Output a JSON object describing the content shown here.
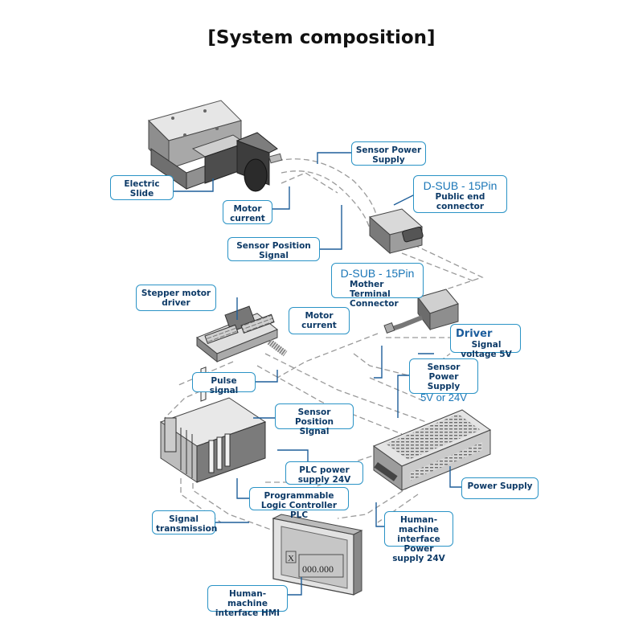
{
  "title": "[System composition]",
  "labels": {
    "electric_slide": "Electric Slide",
    "sensor_power_top": "Sensor Power Supply",
    "motor_current_top": "Motor current",
    "dsub_public_heading": "D-SUB - 15Pin",
    "dsub_public_text": "Public end connector",
    "sensor_position_top": "Sensor Position Signal",
    "dsub_mother_heading": "D-SUB - 15Pin",
    "dsub_mother_text": "Mother Terminal Connector",
    "stepper_driver": "Stepper motor driver",
    "motor_current_mid": "Motor current",
    "driver_heading": "Driver",
    "driver_text": "Signal voltage 5V",
    "sensor_power_mid": "Sensor Power Supply",
    "sensor_power_mid_value": "5V or 24V",
    "pulse_signal": "Pulse signal",
    "sensor_position_mid": "Sensor Position Signal",
    "plc_power": "PLC power supply 24V",
    "power_supply": "Power Supply",
    "plc": "Programmable Logic Controller PLC",
    "signal_transmission": "Signal transmission",
    "hmi_power": "Human-machine interface Power supply 24V",
    "hmi": "Human-machine interface HMI"
  },
  "hmi_display": {
    "axis": "X",
    "value": "000.000"
  },
  "colors": {
    "label_border": "#2a93c6",
    "label_text": "#0d3a67",
    "connector_line": "#1f5f9a",
    "cable_dash": "#9a9a9a"
  }
}
